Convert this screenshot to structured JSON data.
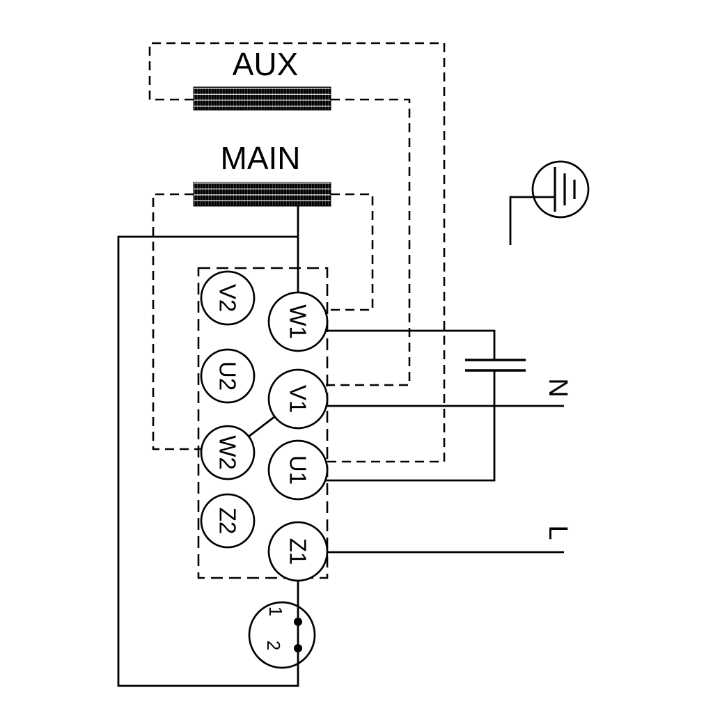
{
  "windings": {
    "aux": {
      "label": "AUX"
    },
    "main": {
      "label": "MAIN"
    }
  },
  "terminal_block": {
    "left_column": [
      {
        "label": "V2"
      },
      {
        "label": "U2"
      },
      {
        "label": "W2"
      },
      {
        "label": "Z2"
      }
    ],
    "right_column": [
      {
        "label": "W1"
      },
      {
        "label": "V1"
      },
      {
        "label": "U1"
      },
      {
        "label": "Z1"
      }
    ]
  },
  "supply_lines": {
    "neutral": "N",
    "line": "L"
  },
  "plug_connector": {
    "pin_top": "1",
    "pin_bottom": "2"
  },
  "symbols": {
    "ground": "earth-ground-symbol",
    "capacitor": "capacitor-symbol"
  },
  "colors": {
    "stroke": "#000000",
    "background": "#ffffff"
  }
}
